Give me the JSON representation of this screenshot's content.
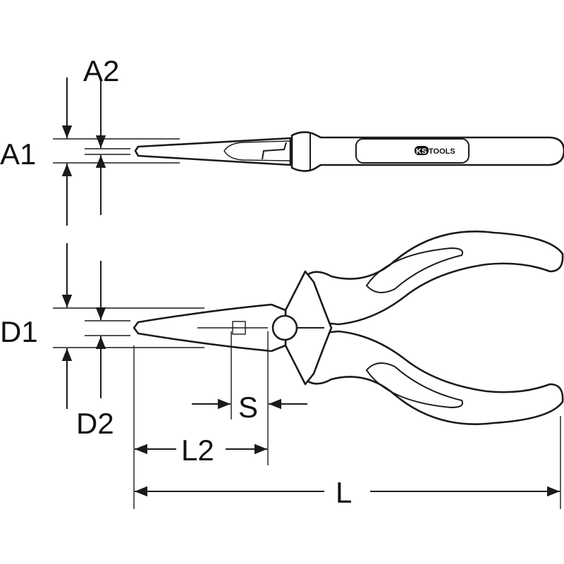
{
  "labels": {
    "a2": "A2",
    "a1": "A1",
    "d1": "D1",
    "d2": "D2",
    "s": "S",
    "l2": "L2",
    "l": "L"
  },
  "logo": {
    "ks": "KS",
    "tools": "TOOLS"
  },
  "colors": {
    "line": "#1a1a1a",
    "background": "#ffffff"
  }
}
